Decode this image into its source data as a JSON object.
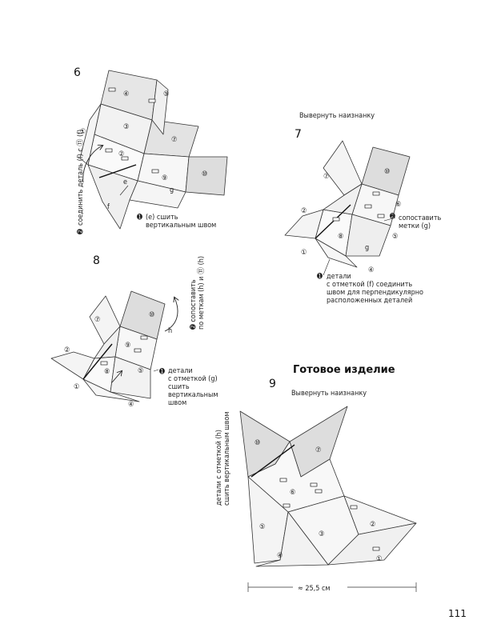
{
  "page_number": "111",
  "final_title": "Готовое изделие",
  "steps": [
    {
      "num": "6",
      "notes": {
        "n1": "(е) сшить вертикальным швом",
        "n2": "соединить деталь (f) с ⑪ (f)"
      },
      "labels": [
        "①",
        "②",
        "③",
        "④",
        "⑤",
        "⑦",
        "⑨",
        "⑩",
        "e",
        "f",
        "g",
        "➊",
        "➋"
      ]
    },
    {
      "num": "7",
      "caption": "Вывернуть наизнанку",
      "notes": {
        "n1": "детали с отметкой (f) соединить швом для перпендикулярно расположенных деталей",
        "n2": "сопоставить метки (g)"
      },
      "labels": [
        "①",
        "②",
        "④",
        "⑤",
        "⑥",
        "⑦",
        "⑧",
        "⑩",
        "g",
        "➊",
        "➋"
      ]
    },
    {
      "num": "8",
      "notes": {
        "n1": "детали с отметкой (g) сшить вертикальным швом",
        "n2": "сопоставить по меткам (h) и ⑪ (h)"
      },
      "labels": [
        "①",
        "②",
        "④",
        "⑤",
        "⑦",
        "⑧",
        "⑨",
        "⑩",
        "h",
        "➊",
        "➋"
      ]
    },
    {
      "num": "9",
      "caption": "Вывернуть наизнанку",
      "notes": {
        "n1": "детали с отметкой (h) сшить вертикальным швом"
      },
      "labels": [
        "①",
        "②",
        "③",
        "④",
        "⑤",
        "⑥",
        "⑦",
        "⑩"
      ],
      "dimension": "≈ 25,5 см"
    }
  ]
}
